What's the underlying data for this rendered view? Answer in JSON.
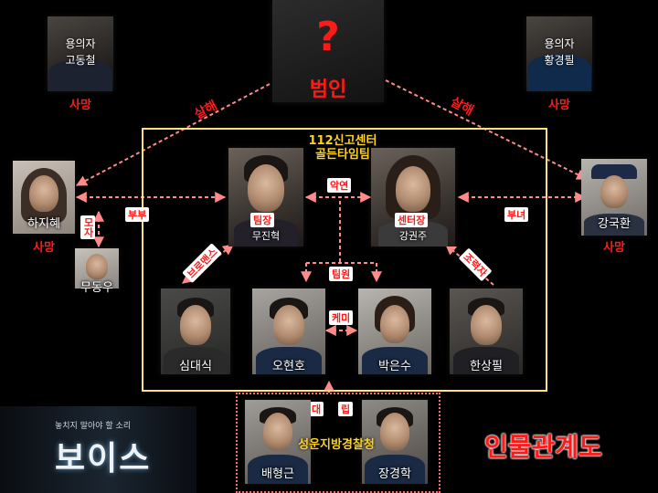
{
  "title": "인물관계도",
  "culprit": {
    "mark": "?",
    "label": "범인"
  },
  "suspects": [
    {
      "line1": "용의자",
      "line2": "고동철",
      "status": "사망"
    },
    {
      "line1": "용의자",
      "line2": "황경필",
      "status": "사망"
    }
  ],
  "victims": {
    "hajihye": {
      "name": "하지혜",
      "status": "사망"
    },
    "moodongwoo": {
      "name": "무동우"
    },
    "kanggukhwan": {
      "name": "강국환",
      "status": "사망"
    }
  },
  "team": {
    "title_line1": "112신고센터",
    "title_line2": "골든타임팀",
    "leader": {
      "role": "팀장",
      "name": "무진혁"
    },
    "center_chief": {
      "role": "센터장",
      "name": "강권주"
    },
    "members": [
      "심대식",
      "오현호",
      "박은수",
      "한상필"
    ]
  },
  "police_station": {
    "label": "성운지방경찰청",
    "members": [
      "배형근",
      "장경학"
    ]
  },
  "relations": {
    "murder_left": "살해",
    "murder_right": "살해",
    "couple": "부부",
    "mother_son": "모자",
    "father_daughter": "부녀",
    "bad_relationship": "악연",
    "team_members": "팀원",
    "bromance": "브로맨스",
    "chemistry": "케미",
    "helper": "조력자",
    "conflict_a": "대",
    "conflict_b": "립"
  },
  "logo": {
    "tagline": "놓치지 말아야 할 소리",
    "name": "보이스"
  },
  "colors": {
    "background": "#000000",
    "relation_red": "#ff1a1a",
    "team_box": "#ffe27a",
    "gold": "#ffd21a"
  }
}
